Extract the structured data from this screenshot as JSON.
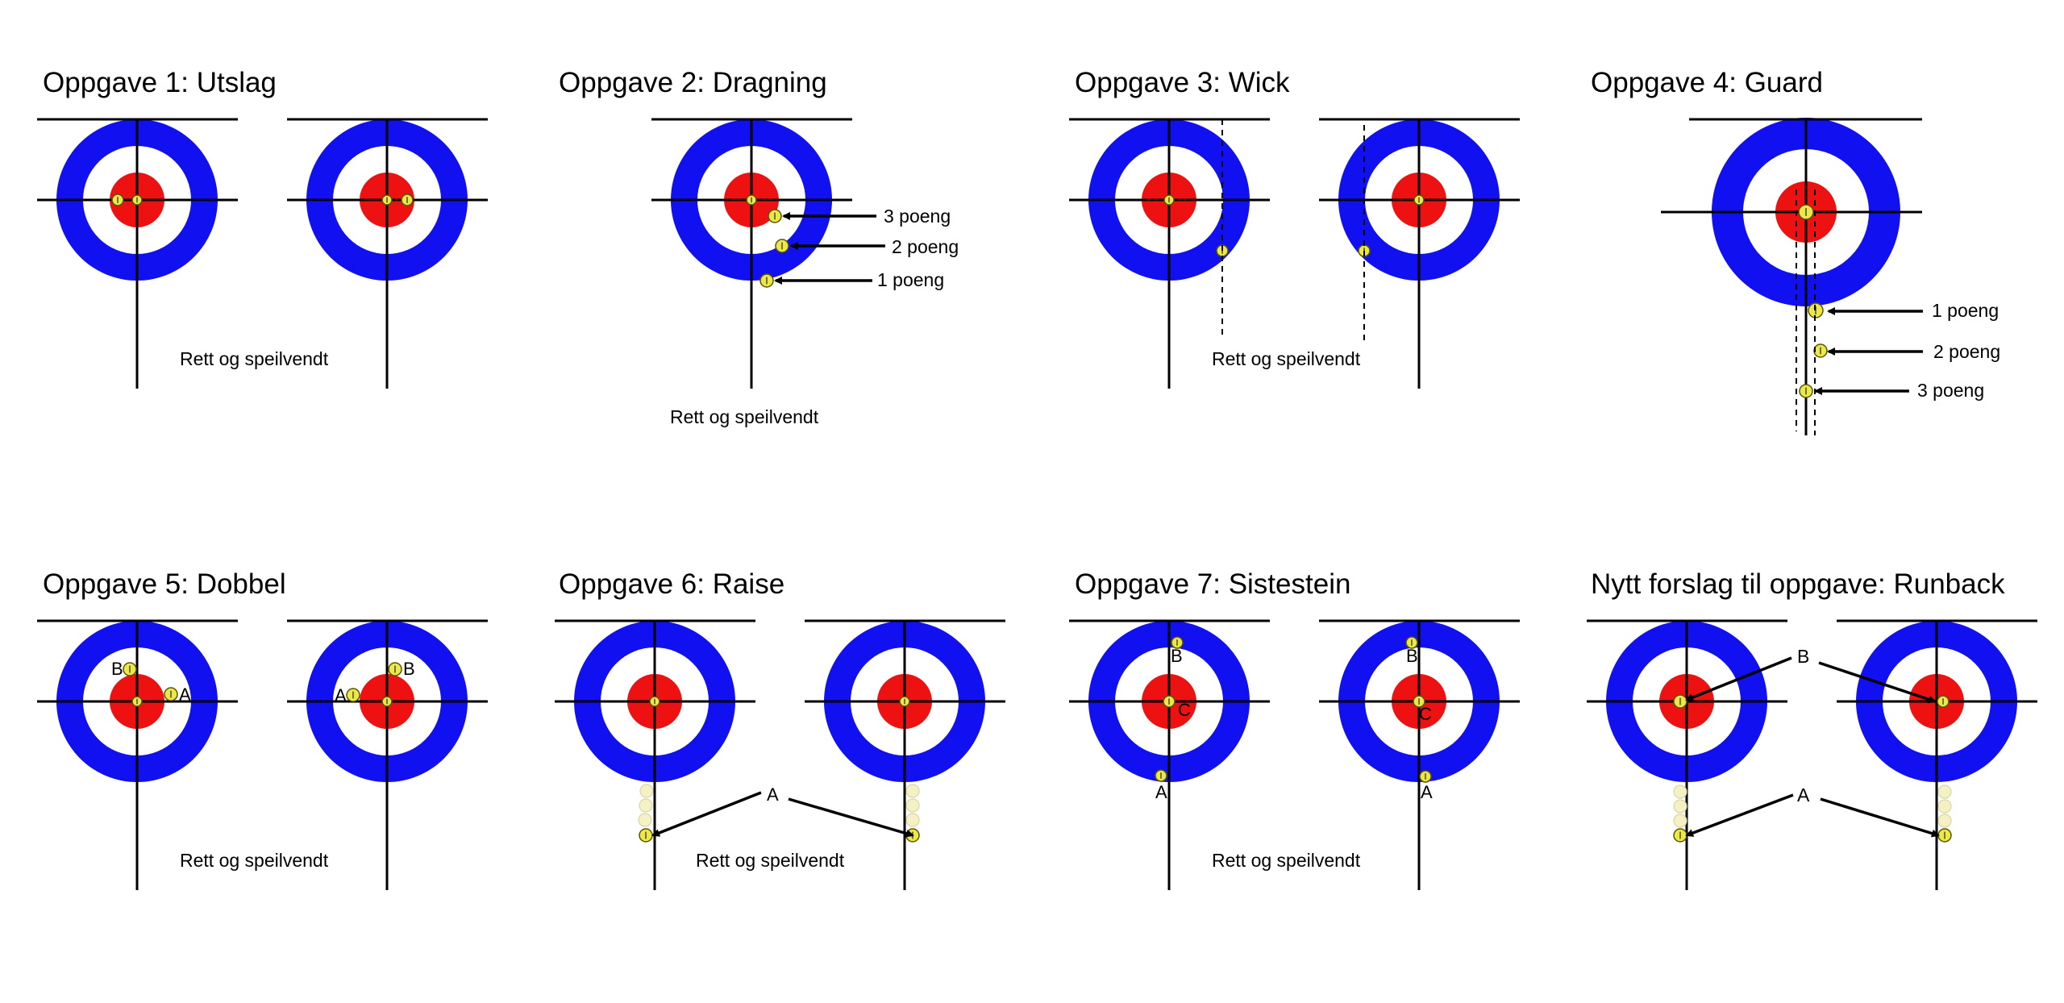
{
  "colors": {
    "ring": "#1010f0",
    "button": "#ee1111",
    "stone": "#ece84a",
    "ghost": "#f4f2c4",
    "ink": "#000000"
  },
  "panels": [
    {
      "title": "Oppgave 1: Utslag",
      "note": "Rett og speilvendt"
    },
    {
      "title": "Oppgave 2: Dragning",
      "note": "Rett og speilvendt",
      "points": [
        "3 poeng",
        "2 poeng",
        "1 poeng"
      ]
    },
    {
      "title": "Oppgave 3: Wick",
      "note": "Rett og speilvendt"
    },
    {
      "title": "Oppgave 4: Guard",
      "points": [
        "1 poeng",
        "2 poeng",
        "3 poeng"
      ]
    },
    {
      "title": "Oppgave 5: Dobbel",
      "note": "Rett og speilvendt",
      "labels": [
        "A",
        "B"
      ]
    },
    {
      "title": "Oppgave 6: Raise",
      "note": "Rett og speilvendt",
      "labels": [
        "A"
      ]
    },
    {
      "title": "Oppgave 7: Sistestein",
      "note": "Rett og speilvendt",
      "labels": [
        "A",
        "B",
        "C"
      ]
    },
    {
      "title": "Nytt forslag til oppgave: Runback",
      "labels": [
        "A",
        "B"
      ]
    }
  ]
}
